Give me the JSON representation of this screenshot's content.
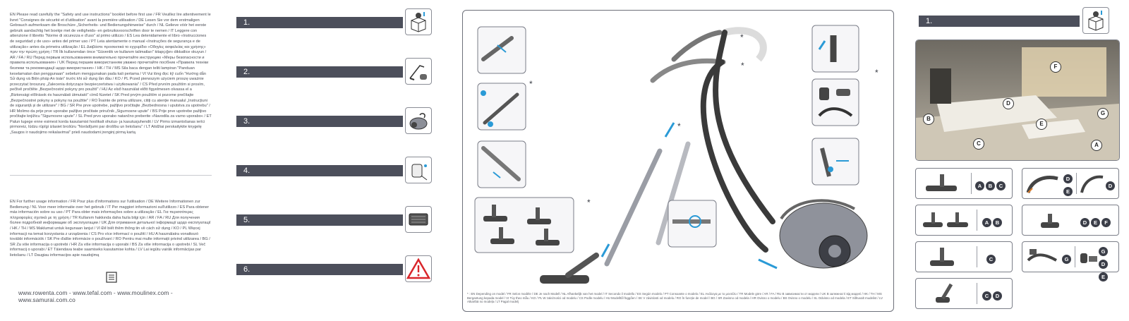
{
  "intro_text": "EN Please read carefully the \"Safety and use instructions\" booklet before first use / FR Veuillez lire attentivement le livret \"Consignes de sécurité et d'utilisation\" avant la première utilisation / DE Lesen Sie vor dem erstmaligen Gebrauch aufmerksam die Broschüre „Sicherheits- und Bedienungshinweise\" durch / NL Gelieve vóór het eerste gebruik aandachtig het boekje met de veiligheids- en gebruiksvoorschriften door te nemen / IT Leggere con attenzione il libretto \"Norme di sicurezza e d'uso\" al primo utilizzo / ES Lea detenidamente el libro «Instrucciones de seguridad y de uso» antes del primer uso / PT Leia atentamente o manual «Instruções de segurança e de utilização» antes da primeira utilização / EL Διαβάστε προσεκτικά το εγχειρίδιο «Οδηγίες ασφαλείας και χρήσης» πριν την πρώτη χρήση / TR İlk kullanımdan önce \"Güvenlik ve kullanım talimatları\" kitapçığını dikkatlice okuyun / AR / FA / RU Перед первым использованием внимательно прочитайте инструкцию «Меры безопасности и правила использования» / UK Перед першим використанням уважно прочитайте посібник «Правила техніки безпеки та рекомендації щодо використання» / HK / TH / MS Sila baca dengan teliti lampiran \"Panduan keselamatan dan penggunaan\" sebelum menggunakan pada kali pertama / VI Vui lòng đọc kỹ cuốn \"Hướng dẫn Sử dụng và Biện pháp An toàn\" trước khi sử dụng lần đầu / KO / PL Przed pierwszym użyciem proszę uważnie przeczytać broszurę „Zalecenia dotyczące bezpieczeństwa i użytkowania\" / CS Před prvním použitím si prosím, pečlivě pročtěte „Bezpečnostní pokyny pro použití\" / HU Az első használat előtt figyelmesen olvassa el a „Biztonsági előírások és használati útmutató\" című füzetet / SK Pred prvým použitím si pozorne prečítajte „Bezpečnostné pokyny a pokyny na použitie\" / RO Înainte de prima utilizare, citiți cu atenție manualul „Instrucțiuni de siguranță și de utilizare\" / BG / SR Pre prve upotrebe, pažljivo pročitajte „Bezbednosna i uputstva za upotrebu\" / HR Molimo da prije prve uporabe pažljivo pročitate priručnik „Sigurnosne upute\" / BS Prije prve upotrebe pažljivo pročitajte knjižicu \"Sigurnosne upute\" / SL Pred prvo uporabo natančno preberite »Navodila za varno uporabo« / ET Palun lugege enne esimest korda kasutamist hoolikalt ohutus- ja kasutusjuhendit / LV Pirms izmantošanas ierīci pirmoreiz, lūdzu rūpīgi izlasiet brošūru \"Norādījumi par drošību un lietošanu\" / LT Atidžiai perskaitykite knygelę „Saugos ir naudojimo reikalavimai\" prieš naudodami įrenginį pirmą kartą",
  "further_text": "EN For further usage information / FR Pour plus d'informations sur l'utilisation / DE Weitere Informationen zur Bedienung / NL Voor meer informatie over het gebruik / IT Per maggiori informazioni sull'utilizzo / ES Para obtener más información sobre su uso / PT Para obter mais informações sobre a utilização / EL Για περισσότερες πληροφορίες σχετικά με τη χρήση / TR Kullanım hakkında daha fazla bilgi için / AR / FA / RU Для получения более подробной информации об эксплуатации / UK Для отримання детальної інформації щодо експлуатації / HK / TH / MS Maklumat untuk kegunaan lanjut / VI Để biết thêm thông tin về cách sử dụng / KO / PL Więcej informacji na temat korzystania z urządzenia / CS Pro více informací o použití / HU A használatra vonatkozó további információk / SK Pre ďalšie informácie o používaní / RO Pentru mai multe informații privind utilizarea / BG / SR Za više informacija o upotrebi / HR Za više informacija o uporabi / BS Za više informacija o upotrebi / SL Več informacij o uporabi / ET Täiendava teabe saamiseks kasutamise kohta / LV Lai iegūtu vairāk informācijas par lietošanu / LT Daugiau informacijos apie naudojimą",
  "websites": "www.rowenta.com - www.tefal.com - www.moulinex.com - www.samurai.com.co",
  "steps": [
    {
      "label": "1.",
      "icon": "unboxing-icon"
    },
    {
      "label": "2.",
      "icon": "vacuum-usage-icon"
    },
    {
      "label": "3.",
      "icon": "vacuum-cleaner-icon"
    },
    {
      "label": "4.",
      "icon": "empty-container-icon"
    },
    {
      "label": "5.",
      "icon": "filter-icon"
    },
    {
      "label": "6.",
      "icon": "warning-icon"
    }
  ],
  "asterisk": "*",
  "panel_footnote": "* : EN Depending on model / FR Selon modèle / DE Je nach Modell / NL Afhankelijk van het model / IT Secondo il modello / ES Según modelo / PT Consoante o modelo / EL Ανάλογα με το μοντέλο / TR Modele göre / AR / FA / RU В зависимости от модели / UK В залежності від моделі / HK / TH / MS Bergantung kepada model / VI Tùy theo mẫu / KO / PL W zależności od modelu / CS Podle modelu / HU Modelltől függően / SK V závislosti od modelu / RO În funcție de model / BG / SR Zavisno od modela / HR Ovisno o modelu / BS Ovisno o modelu / SL Odvisno od modela / ET Sõltuvalt mudelist / LV Atkarībā no modeļa / LT Pagal modelį",
  "right": {
    "step_label": "1.",
    "room_pins": [
      "F",
      "D",
      "B",
      "E",
      "G",
      "C",
      "A"
    ],
    "nozzles": [
      {
        "letters": [
          "A",
          "B",
          "C"
        ]
      },
      {
        "letters": [
          "D",
          "E"
        ],
        "letters2": [
          "D"
        ]
      },
      {
        "letters": [
          "A",
          "B"
        ]
      },
      {
        "letters": [
          "D",
          "E",
          "F"
        ]
      },
      {
        "letters": [
          "C"
        ]
      },
      {
        "letters": [
          "G"
        ],
        "letters2": [
          "G",
          "D",
          "E"
        ]
      },
      {
        "letters": [
          "C",
          "D"
        ]
      }
    ]
  },
  "colors": {
    "bar": "#4c4f5b",
    "arrow": "#2a9ad6",
    "warning": "#d9262b"
  }
}
